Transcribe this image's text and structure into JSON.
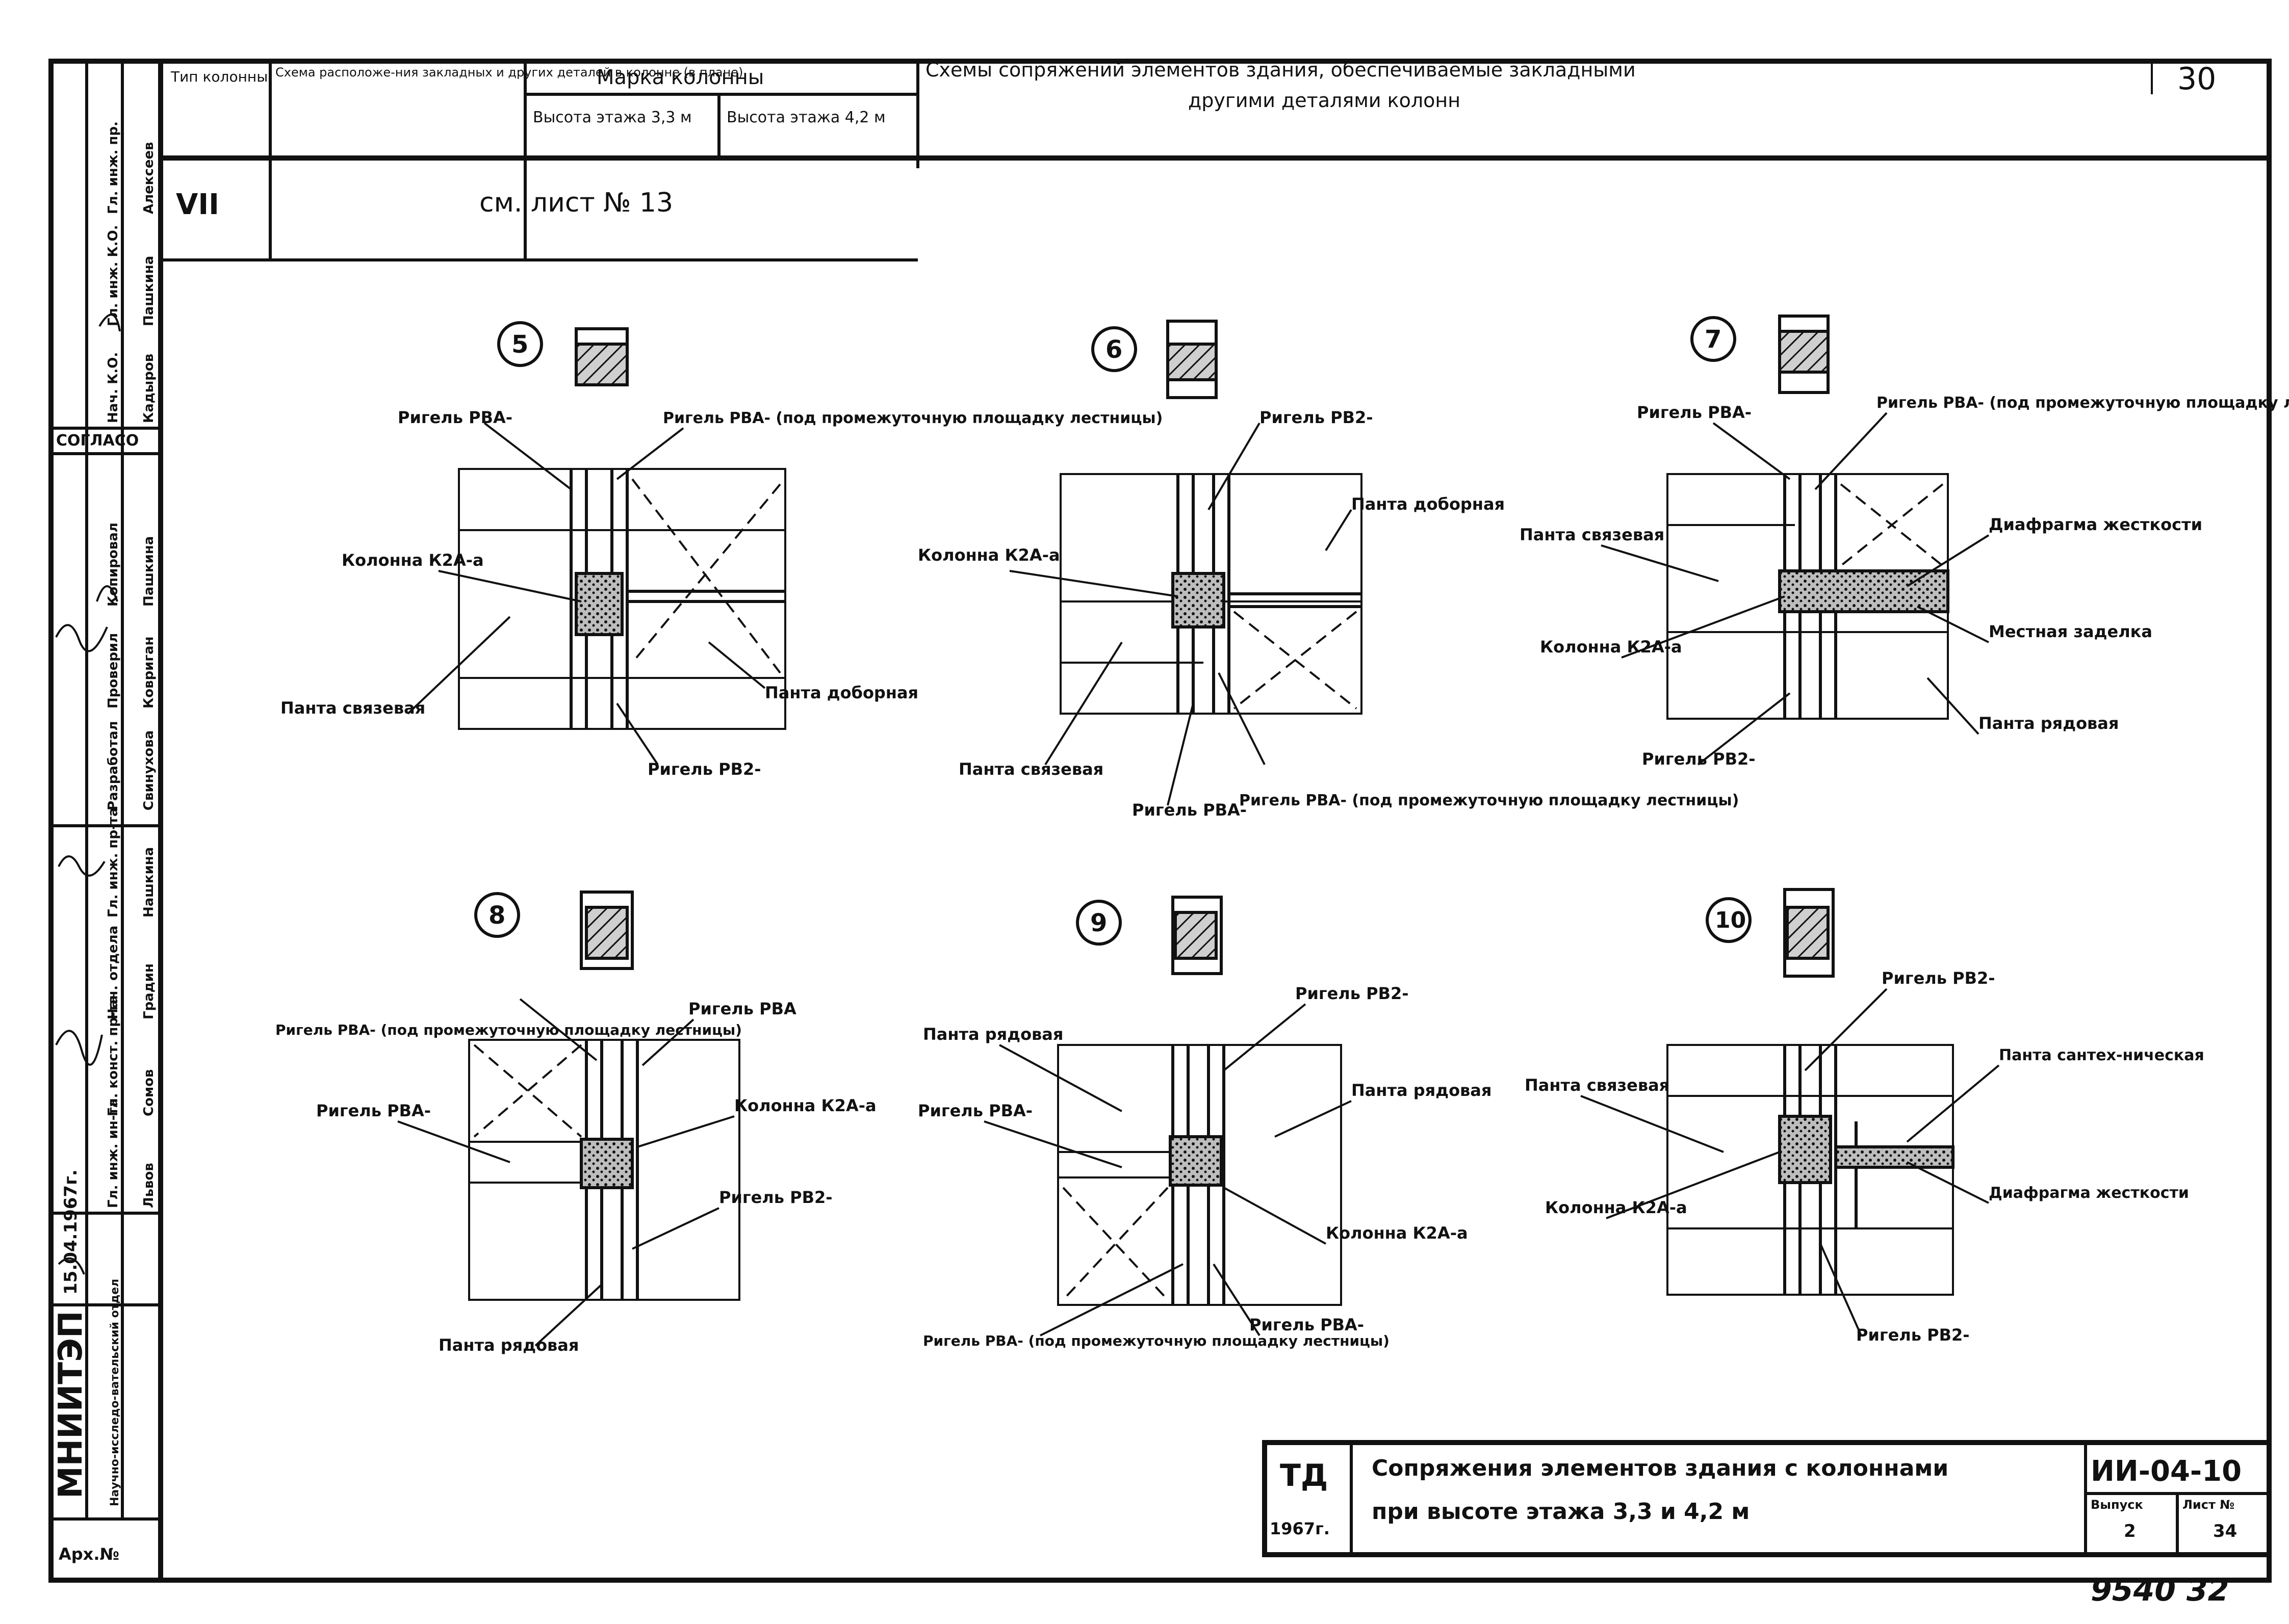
{
  "sheet_number": "30",
  "side_stamp": {
    "org": "МНИИТЭП",
    "org_sub": "Научно-исследо-вательский отдел",
    "date": "15.04.1967г.",
    "archive": "Арх.№",
    "rows": [
      {
        "role": "Гл. инж. ин-та",
        "name": "Львов"
      },
      {
        "role": "Гл. конст. пр-та",
        "name": "Сомов"
      },
      {
        "role": "Нач. отдела",
        "name": "Градин"
      },
      {
        "role": "Гл. инж. пр-та",
        "name": "Нашкина"
      },
      {
        "role": "Разработал",
        "name": "Свинухова"
      },
      {
        "role": "Проверил",
        "name": "Ковриган"
      },
      {
        "role": "Копировал",
        "name": "Пашкина"
      },
      {
        "role": "Нач. К.О.",
        "name": "Кадыров"
      },
      {
        "role": "Гл. инж. К.О.",
        "name": "Пашкина"
      },
      {
        "role": "Гл. инж. пр.",
        "name": "Алексеев"
      }
    ],
    "agreed": "СОГЛАСО"
  },
  "header": {
    "col_type": "Тип колонны",
    "col_scheme": "Схема расположе-ния закладных и других деталей в колонне (в плане)",
    "col_mark": "Марка колонны",
    "col_h33": "Высота этажа 3,3 м",
    "col_h42": "Высота этажа 4,2 м",
    "title_line1": "Схемы сопряжений элементов здания, обеспечиваемые закладными",
    "title_line2": "другими деталями колонн",
    "row_type": "VII",
    "row_ref": "см. лист № 13"
  },
  "diagrams": [
    {
      "num": "5",
      "labels": [
        "Ригель РВА-",
        "Ригель РВА- (под промежуточную площадку лестницы)",
        "Колонна К2А-а",
        "Панта связевая",
        "Панта доборная",
        "Ригель РВ2-"
      ]
    },
    {
      "num": "6",
      "labels": [
        "Ригель РВ2-",
        "Панта доборная",
        "Колонна К2А-а",
        "Панта связевая",
        "Ригель РВА-",
        "Ригель РВА- (под промежуточную площадку лестницы)"
      ]
    },
    {
      "num": "7",
      "labels": [
        "Ригель РВА-",
        "Ригель РВА- (под промежуточную площадку лестницы)",
        "Панта связевая",
        "Диафрагма жесткости",
        "Местная заделка",
        "Колонна К2А-а",
        "Панта рядовая",
        "Ригель РВ2-"
      ]
    },
    {
      "num": "8",
      "labels": [
        "Ригель РВА- (под промежуточную площадку лестницы)",
        "Ригель РВА",
        "Ригель РВА-",
        "Колонна К2А-а",
        "Ригель РВ2-",
        "Панта рядовая"
      ]
    },
    {
      "num": "9",
      "labels": [
        "Панта рядовая",
        "Ригель РВ2-",
        "Ригель РВА-",
        "Панта рядовая",
        "Колонна К2А-а",
        "Ригель РВА- (под промежуточную площадку лестницы)",
        "Ригель РВА-"
      ]
    },
    {
      "num": "10",
      "labels": [
        "Ригель РВ2-",
        "Панта связевая",
        "Панта сантех-ническая",
        "Колонна К2А-а",
        "Диафрагма жесткости",
        "Ригель РВ2-"
      ]
    }
  ],
  "title_block": {
    "code": "ТД",
    "year": "1967г.",
    "title_line1": "Сопряжения элементов здания с колоннами",
    "title_line2": "при высоте этажа 3,3 и 4,2 м",
    "series": "ИИ-04-10",
    "issue_label": "Выпуск",
    "issue": "2",
    "sheet_label": "Лист №",
    "sheet": "34"
  },
  "footer_handwritten": "9540 32"
}
